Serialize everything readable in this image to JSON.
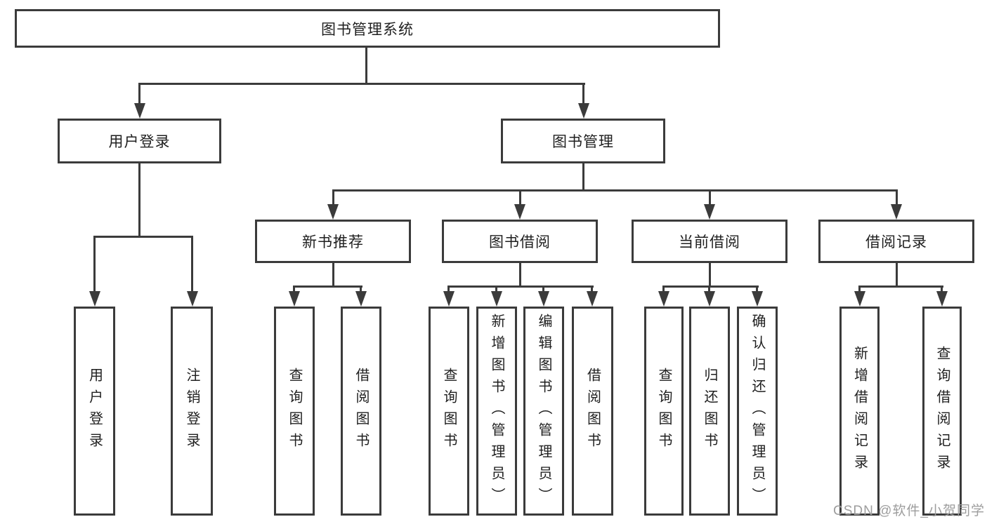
{
  "diagram": {
    "root": {
      "label": "图书管理系统",
      "children": [
        {
          "label": "用户登录",
          "children": [
            {
              "label": "用户登录"
            },
            {
              "label": "注销登录"
            }
          ]
        },
        {
          "label": "图书管理",
          "children": [
            {
              "label": "新书推荐",
              "children": [
                {
                  "label": "查询图书"
                },
                {
                  "label": "借阅图书"
                }
              ]
            },
            {
              "label": "图书借阅",
              "children": [
                {
                  "label": "查询图书"
                },
                {
                  "label": "新增图书（管理员）"
                },
                {
                  "label": "编辑图书（管理员）"
                },
                {
                  "label": "借阅图书"
                }
              ]
            },
            {
              "label": "当前借阅",
              "children": [
                {
                  "label": "查询图书"
                },
                {
                  "label": "归还图书"
                },
                {
                  "label": "确认归还（管理员）"
                }
              ]
            },
            {
              "label": "借阅记录",
              "children": [
                {
                  "label": "新增借阅记录"
                },
                {
                  "label": "查询借阅记录"
                }
              ]
            }
          ]
        }
      ]
    }
  },
  "watermark": {
    "text": "CSDN @软件_小贺同学"
  },
  "colors": {
    "line": "#3b3b3b",
    "text": "#1f1f1f",
    "watermark": "#9d9d9d",
    "background": "#ffffff"
  }
}
